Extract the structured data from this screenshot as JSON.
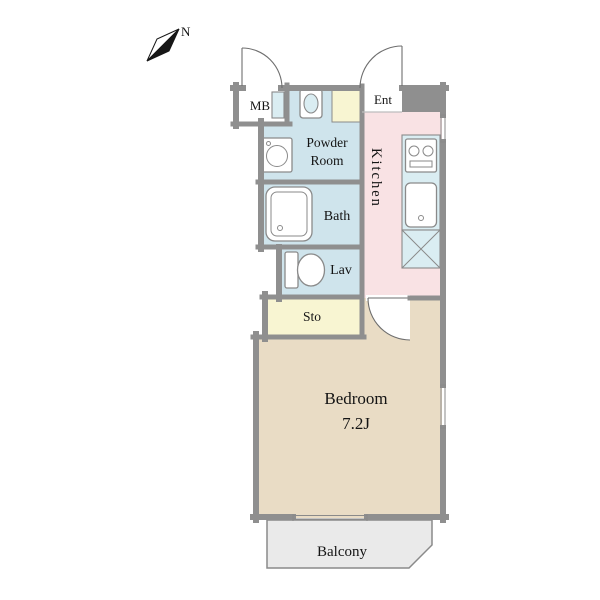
{
  "compass": {
    "label": "N"
  },
  "rooms": {
    "mb": {
      "label": "MB"
    },
    "powder_room": {
      "label_line1": "Powder",
      "label_line2": "Room"
    },
    "ent": {
      "label": "Ent"
    },
    "kitchen": {
      "label": "Kitchen"
    },
    "bath": {
      "label": "Bath"
    },
    "lav": {
      "label": "Lav"
    },
    "sto": {
      "label": "Sto"
    },
    "bedroom": {
      "label": "Bedroom",
      "area": "7.2J"
    },
    "balcony": {
      "label": "Balcony"
    }
  },
  "colors": {
    "wall": "#8f8f8f",
    "wet_area": "#cfe4ec",
    "kitchen_floor": "#f9e2e4",
    "storage": "#f8f5d2",
    "bedroom_floor": "#e9dcc5",
    "balcony_floor": "#eaeaea",
    "fixture_fill": "#daedf2",
    "line": "#8a8a8a"
  }
}
